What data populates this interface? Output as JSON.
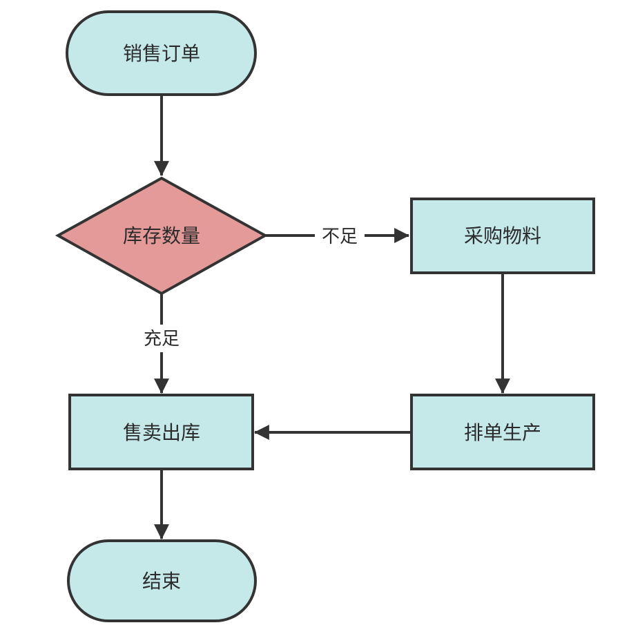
{
  "colors": {
    "process_fill": "#c4e9e8",
    "decision_fill": "#e39a98",
    "stroke": "#333333",
    "text": "#2b2b2b"
  },
  "nodes": {
    "sales_order": "销售订单",
    "inventory_check": "库存数量",
    "purchase_materials": "采购物料",
    "sales_outbound": "售卖出库",
    "production_schedule": "排单生产",
    "end": "结束"
  },
  "edges": {
    "insufficient": "不足",
    "sufficient": "充足"
  }
}
